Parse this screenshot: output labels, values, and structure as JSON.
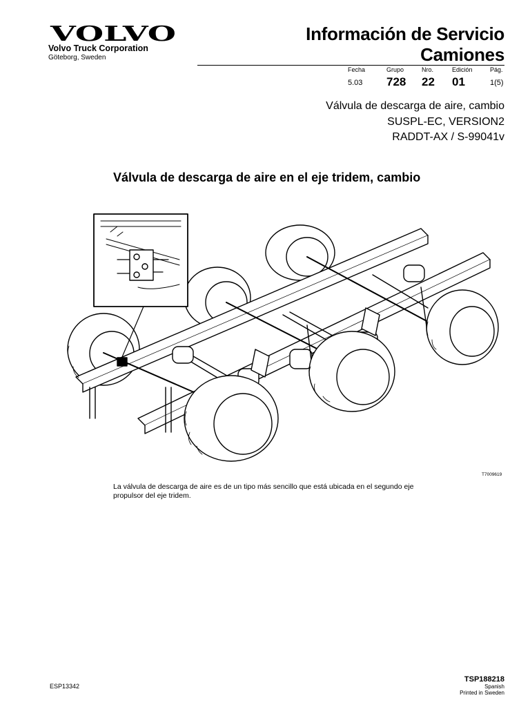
{
  "header": {
    "brand": "VOLVO",
    "corporation": "Volvo Truck Corporation",
    "location": "Göteborg, Sweden",
    "title_line1": "Información de Servicio",
    "title_line2": "Camiones"
  },
  "meta": {
    "fecha_label": "Fecha",
    "fecha_value": "5.03",
    "grupo_label": "Grupo",
    "grupo_value": "728",
    "nro_label": "Nro.",
    "nro_value": "22",
    "edicion_label": "Edición",
    "edicion_value": "01",
    "pag_label": "Pág.",
    "pag_value": "1(5)"
  },
  "subtitles": {
    "line1": "Válvula de descarga de aire, cambio",
    "line2": "SUSPL-EC, VERSION2",
    "line3": "RADDT-AX / S-99041v"
  },
  "section": {
    "heading": "Válvula de descarga de aire en el eje tridem, cambio"
  },
  "figure": {
    "code": "T7009619"
  },
  "body": {
    "description": "La válvula de descarga de aire es de un tipo más sencillo que está ubicada en el segundo eje propulsor del eje tridem."
  },
  "footer": {
    "doc_code": "ESP13342",
    "tsp": "TSP188218",
    "language": "Spanish",
    "printed": "Printed in Sweden"
  }
}
